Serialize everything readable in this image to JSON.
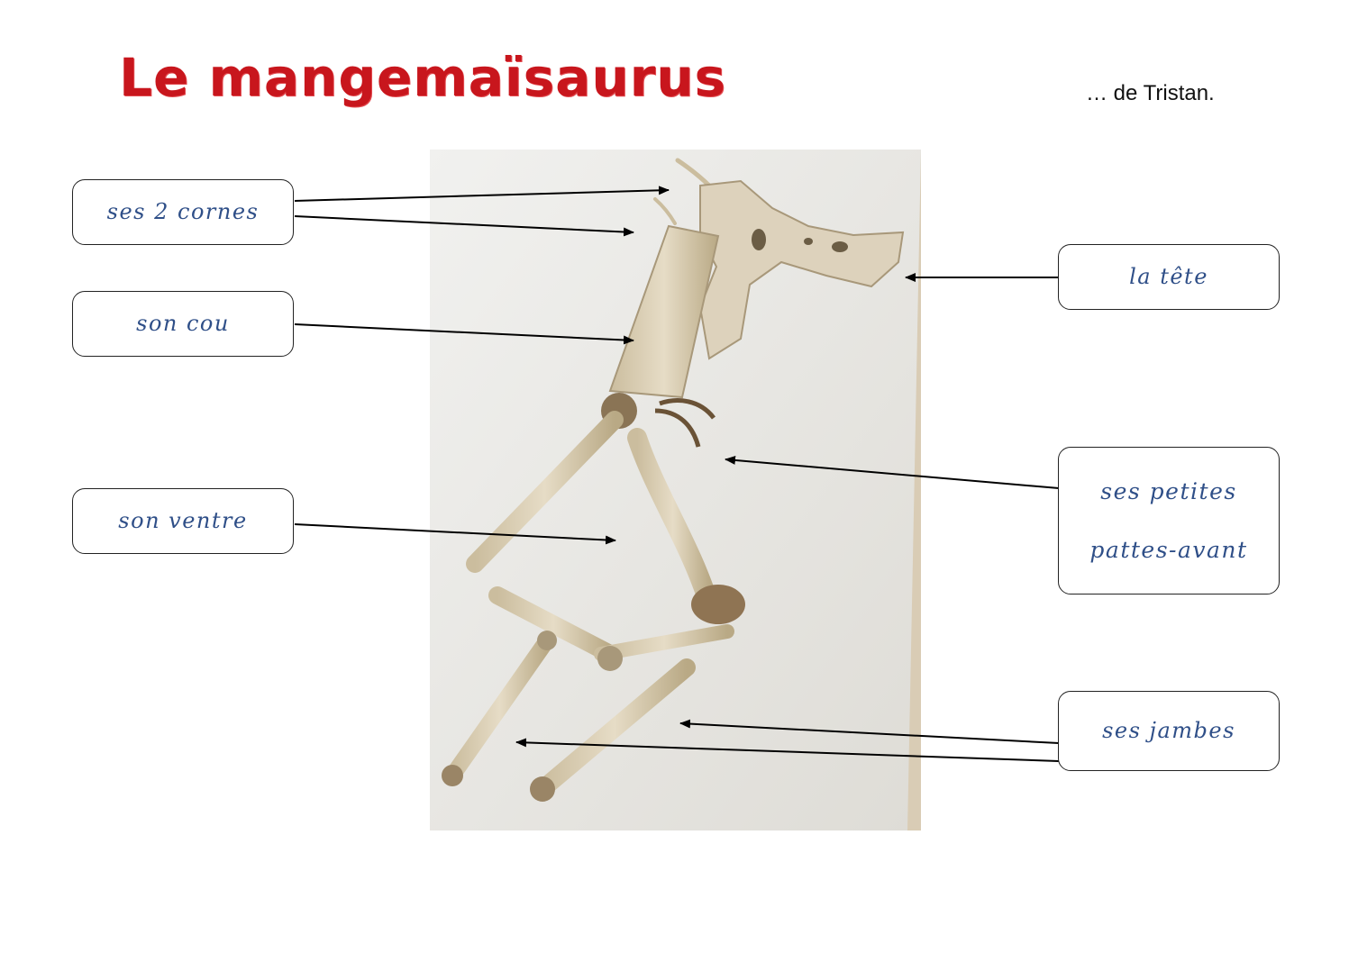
{
  "title": "Le mangemaïsaurus",
  "author": "… de Tristan.",
  "labels": {
    "cornes": "ses 2 cornes",
    "cou": "son cou",
    "ventre": "son ventre",
    "tete": "la tête",
    "pattes_avant": "ses petites pattes-avant",
    "jambes": "ses jambes"
  },
  "colors": {
    "title": "#c8161d",
    "label_text": "#2f4f88",
    "paper": "#ebebe8",
    "bone": "#d8cdb4"
  }
}
